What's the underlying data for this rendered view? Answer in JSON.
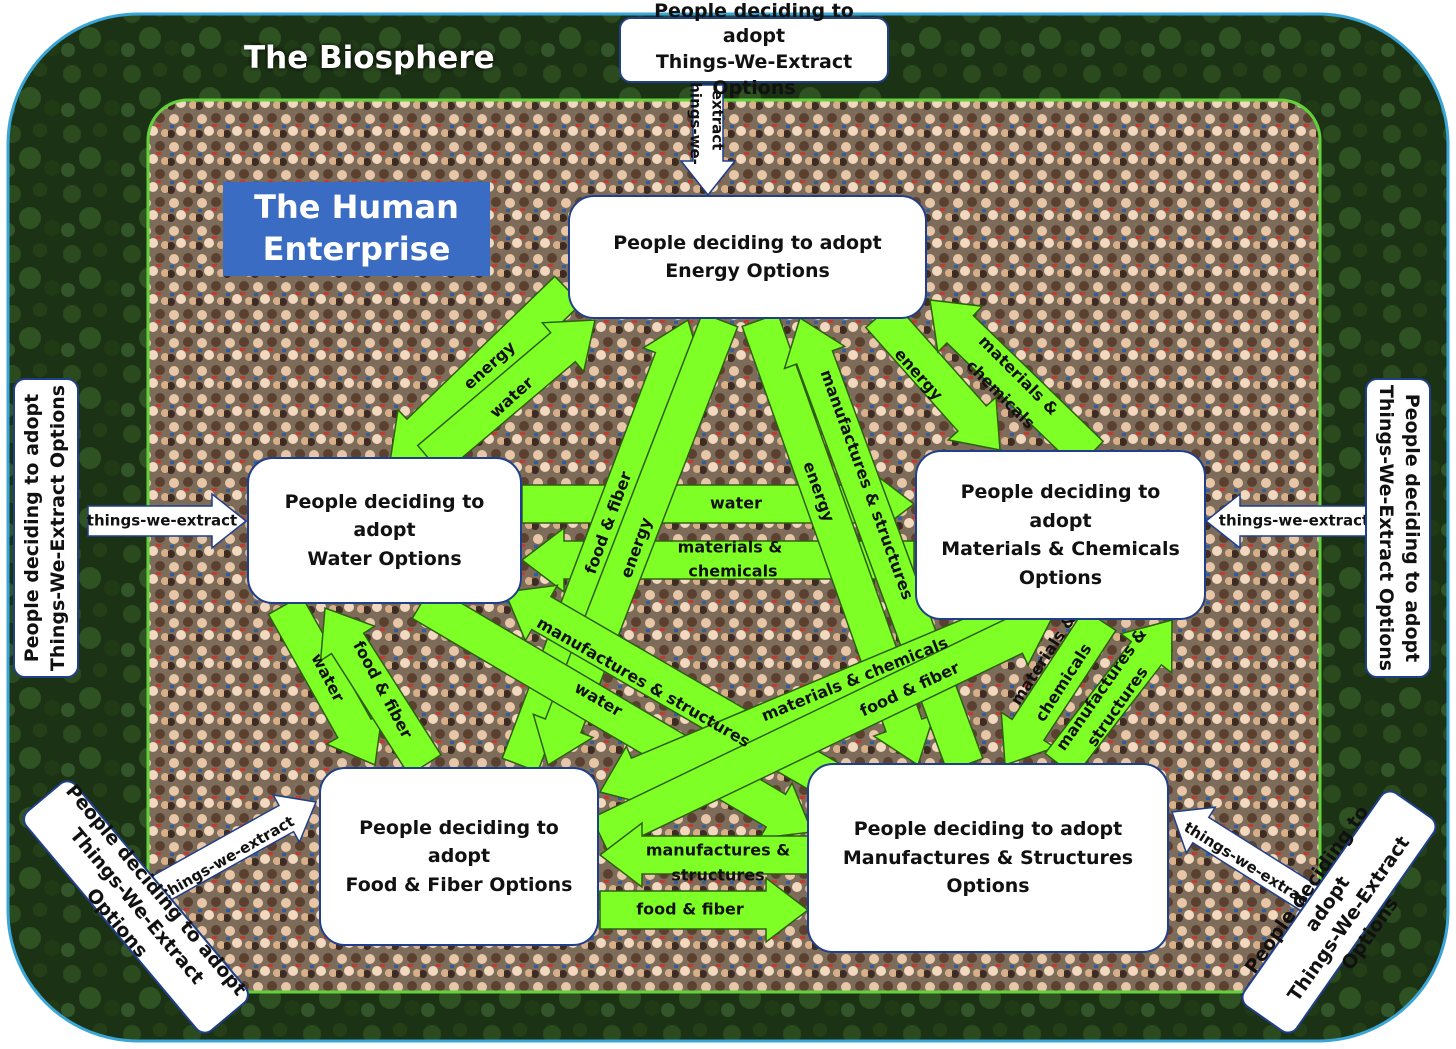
{
  "titles": {
    "biosphere": "The Biosphere",
    "enterprise": "The Human\nEnterprise"
  },
  "nodes": {
    "energy": "People deciding to adopt\nEnergy Options",
    "water": "People deciding to adopt\nWater Options",
    "materials": "People deciding to adopt\nMaterials & Chemicals\nOptions",
    "food": "People deciding to adopt\nFood & Fiber Options",
    "manufactures": "People deciding to adopt\nManufactures & Structures\nOptions"
  },
  "external": {
    "top": "People deciding to adopt\nThings-We-Extract Options",
    "left": "People deciding to adopt\nThings-We-Extract Options",
    "right": "People deciding to adopt\nThings-We-Extract Options",
    "bottom_left": "People deciding to adopt\nThings-We-Extract Options",
    "bottom_right": "People deciding to adopt\nThings-We-Extract Options"
  },
  "extract_labels": {
    "top_line1": "things-we-",
    "top_line2": "extract",
    "left": "things-we-extract",
    "right": "things-we-extract",
    "bottom_left": "things-we-extract",
    "bottom_right": "things-we-extract"
  },
  "flow_labels": {
    "energy_to_water": "energy",
    "water_to_energy": "water",
    "energy_to_materials": "energy",
    "materials_to_energy_1": "materials &",
    "materials_to_energy_2": "chemicals",
    "water_to_materials": "water",
    "materials_to_water_1": "materials &",
    "materials_to_water_2": "chemicals",
    "water_to_food": "water",
    "food_to_water": "food & fiber",
    "food_to_energy": "food & fiber",
    "energy_to_food": "energy",
    "energy_to_manufactures": "energy",
    "manufactures_to_energy": "manufactures & structures",
    "manufactures_to_water": "manufactures & structures",
    "water_to_manufactures": "water",
    "materials_to_food": "materials & chemicals",
    "food_to_materials": "food & fiber",
    "materials_to_manufactures_1": "materials &",
    "materials_to_manufactures_2": "chemicals",
    "manufactures_to_materials_1": "manufactures &",
    "manufactures_to_materials_2": "structures",
    "manufactures_to_food_1": "manufactures &",
    "manufactures_to_food_2": "structures",
    "food_to_manufactures": "food & fiber"
  },
  "colors": {
    "arrow": "#7eff26",
    "box_border": "#1f3f8a",
    "enterprise_fill": "#3b6cc4",
    "biosphere_border": "#3aa6d8",
    "enterprise_border": "#63d13a",
    "forest": "#1c3316",
    "crowd": "#8a7a68"
  }
}
